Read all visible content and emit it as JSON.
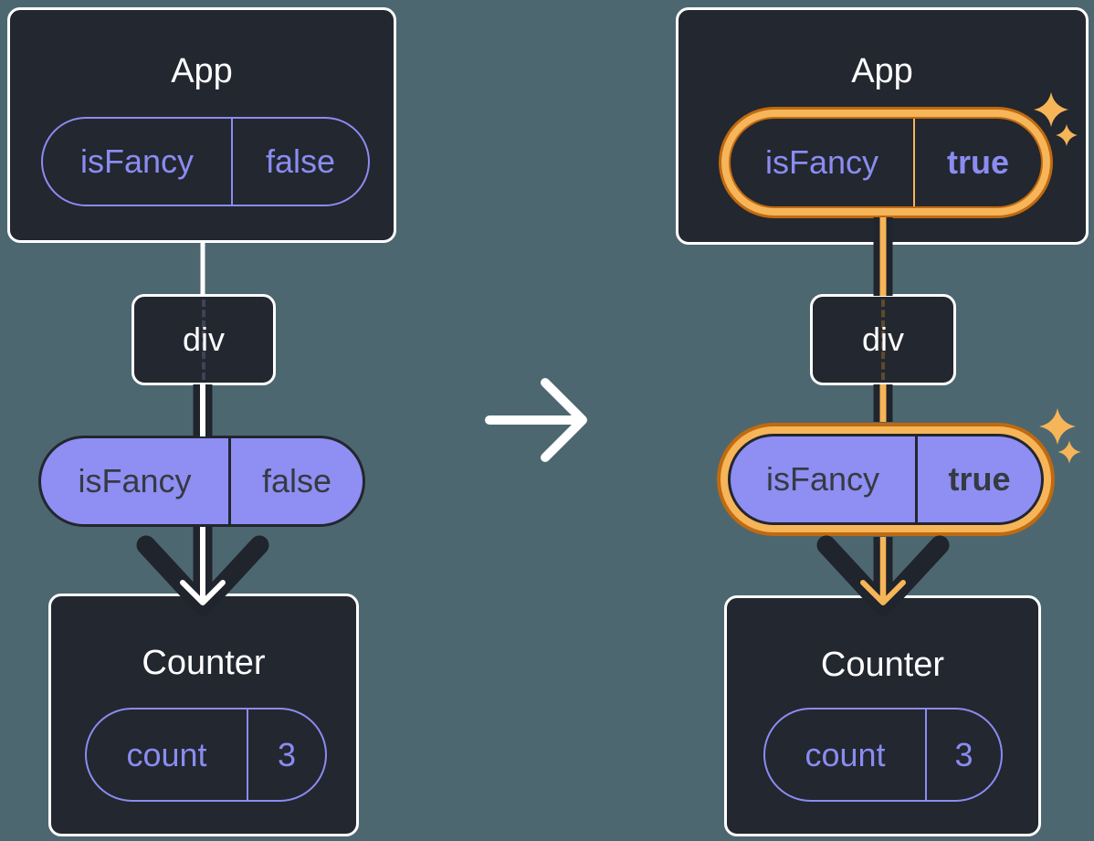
{
  "before": {
    "app": {
      "title": "App"
    },
    "app_state": {
      "key": "isFancy",
      "value": "false"
    },
    "div_node": {
      "label": "div"
    },
    "prop": {
      "key": "isFancy",
      "value": "false"
    },
    "counter": {
      "title": "Counter"
    },
    "counter_state": {
      "key": "count",
      "value": "3"
    }
  },
  "after": {
    "app": {
      "title": "App"
    },
    "app_state": {
      "key": "isFancy",
      "value": "true"
    },
    "div_node": {
      "label": "div"
    },
    "prop": {
      "key": "isFancy",
      "value": "true"
    },
    "counter": {
      "title": "Counter"
    },
    "counter_state": {
      "key": "count",
      "value": "3"
    }
  },
  "icons": {
    "transition_arrow": "right-arrow",
    "sparkle": "four-point-sparkle"
  },
  "colors": {
    "background": "#4d6770",
    "panel_fill": "#23272f",
    "panel_border": "#ffffff",
    "purple": "#8a8cf2",
    "purple_pill_fill": "#8e8ef3",
    "pill_text_dark": "#363a42",
    "flow_line_dark": "#20242c",
    "highlight_orange_light": "#f6b558",
    "highlight_orange_dark": "#c06a10"
  }
}
